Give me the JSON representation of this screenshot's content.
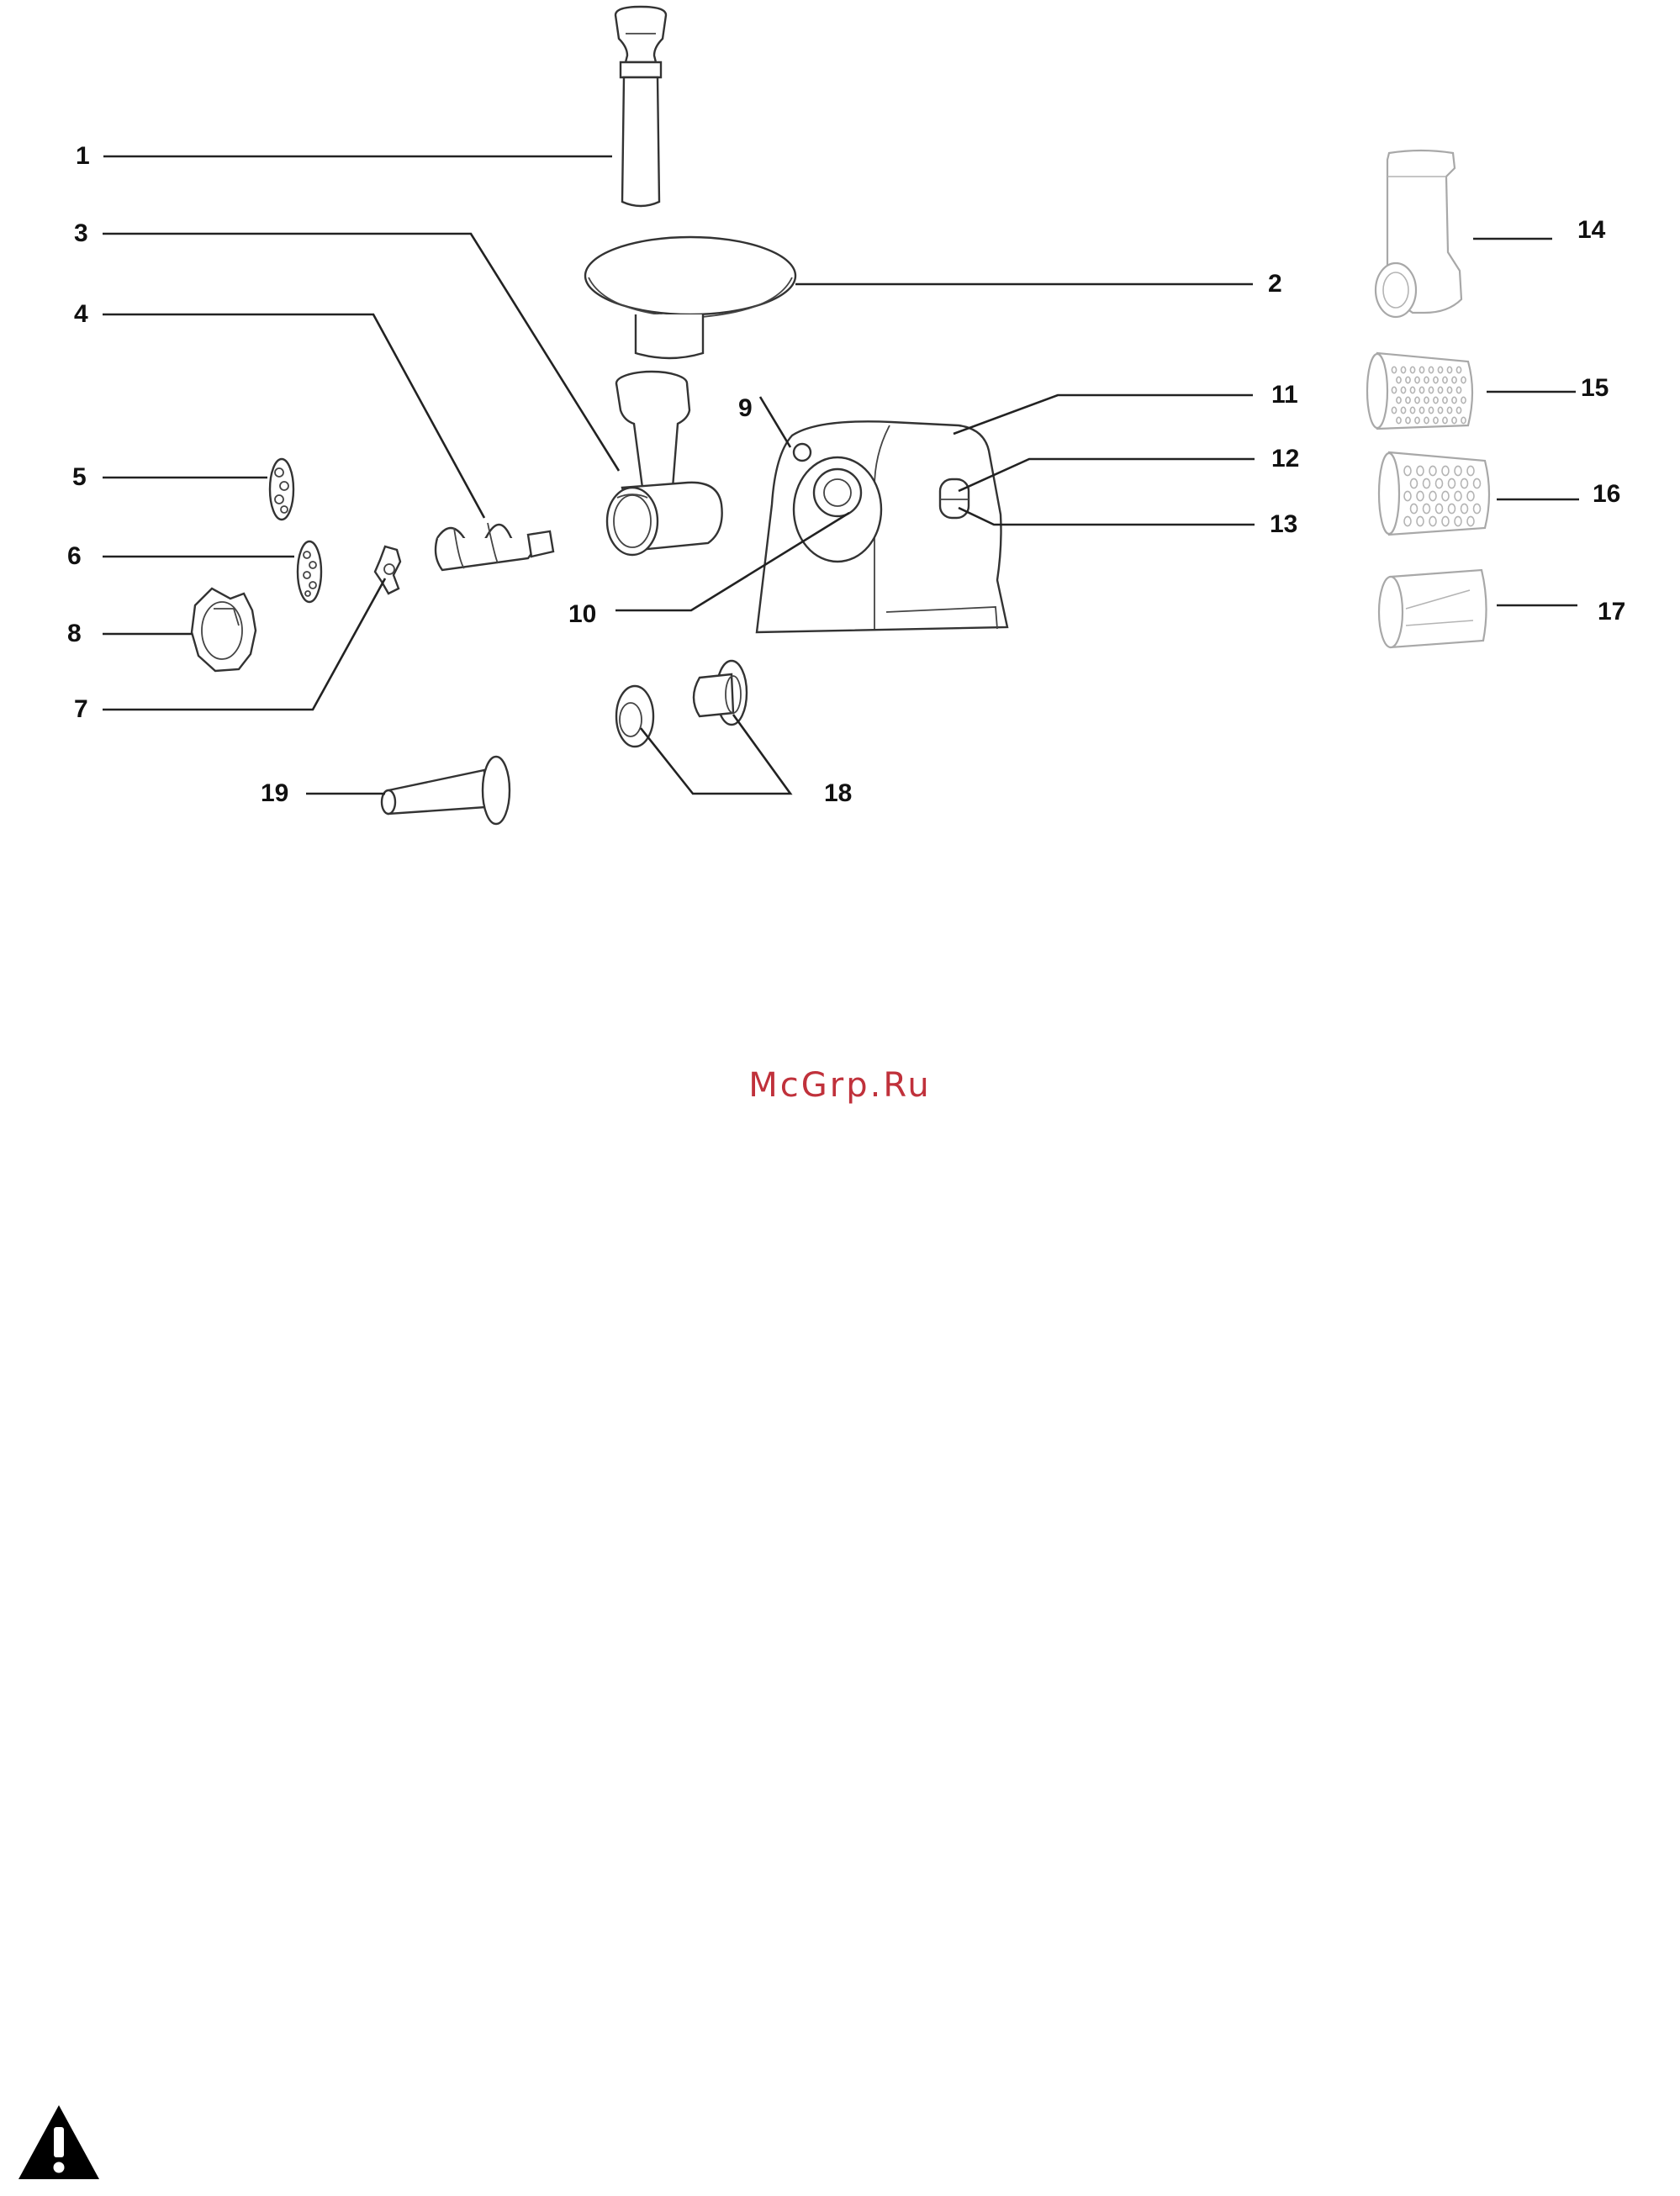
{
  "callouts": [
    {
      "id": "1",
      "text": "1"
    },
    {
      "id": "2",
      "text": "2"
    },
    {
      "id": "3",
      "text": "3"
    },
    {
      "id": "4",
      "text": "4"
    },
    {
      "id": "5",
      "text": "5"
    },
    {
      "id": "6",
      "text": "6"
    },
    {
      "id": "7",
      "text": "7"
    },
    {
      "id": "8",
      "text": "8"
    },
    {
      "id": "9",
      "text": "9"
    },
    {
      "id": "10",
      "text": "10"
    },
    {
      "id": "11",
      "text": "11"
    },
    {
      "id": "12",
      "text": "12"
    },
    {
      "id": "13",
      "text": "13"
    },
    {
      "id": "14",
      "text": "14"
    },
    {
      "id": "15",
      "text": "15"
    },
    {
      "id": "16",
      "text": "16"
    },
    {
      "id": "17",
      "text": "17"
    },
    {
      "id": "18",
      "text": "18"
    },
    {
      "id": "19",
      "text": "19"
    }
  ],
  "watermark": "McGrp.Ru",
  "colors": {
    "watermark": "#c0313b",
    "ink": "#111111",
    "faded_ink": "#a8a8a8"
  },
  "icons": {
    "warning": "warning-triangle-icon"
  }
}
